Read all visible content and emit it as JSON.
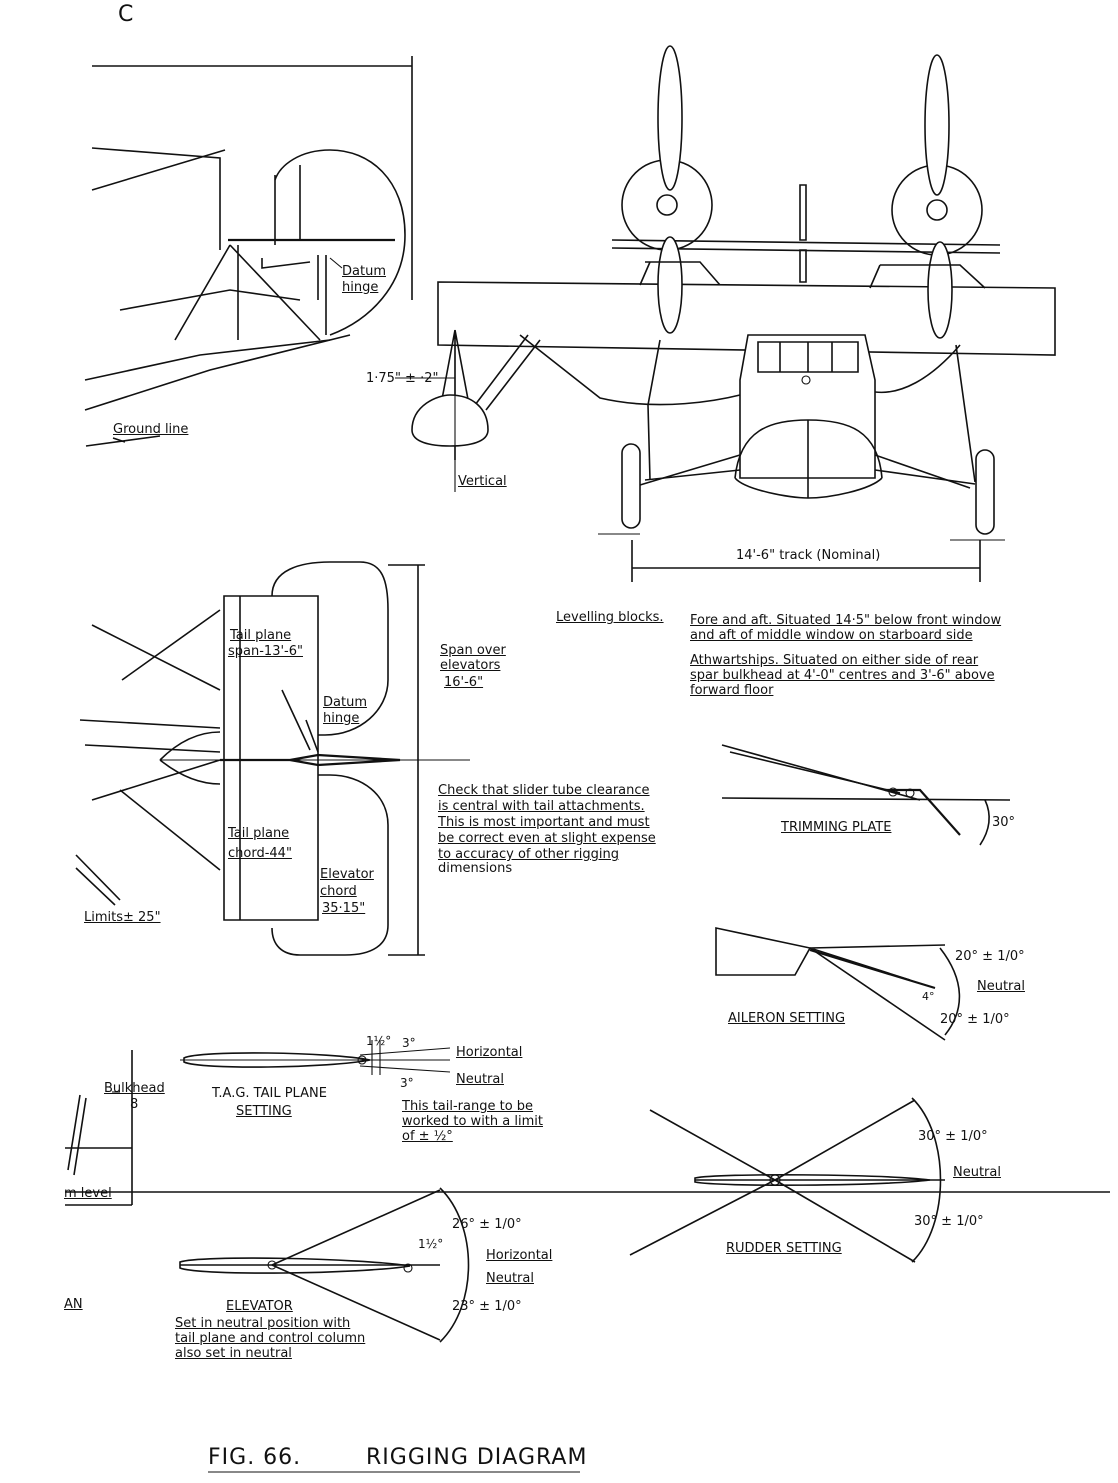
{
  "figure": {
    "number": "FIG. 66.",
    "title": "RIGGING DIAGRAM",
    "corner_mark": "C"
  },
  "side_view": {
    "datum_hinge": [
      "Datum",
      "hinge"
    ],
    "ground_line": "Ground line"
  },
  "front_view": {
    "tolerance": "1·75\" ± ·2\"",
    "vertical": "Vertical",
    "track": "14'-6\" track (Nominal)"
  },
  "levelling": {
    "label": "Levelling blocks.",
    "fore_aft": [
      "Fore and aft.  Situated 14·5\" below front window",
      "and aft of  middle window on starboard side"
    ],
    "athwartships": [
      "Athwartships.   Situated on either side of rear",
      "spar bulkhead  at 4'-0\" centres and 3'-6\" above",
      "forward floor"
    ]
  },
  "tail_plan": {
    "tail_span": [
      "Tail plane",
      "span-13'-6\""
    ],
    "span_over_elevators": [
      "Span over",
      "elevators",
      "16'-6\""
    ],
    "datum_hinge": [
      "Datum",
      "hinge"
    ],
    "tail_chord": [
      "Tail plane",
      "chord-44\""
    ],
    "elevator_chord": [
      "Elevator",
      "chord",
      "35·15\""
    ],
    "limits": "Limits± 25\"",
    "check_note": [
      "Check that slider tube clearance",
      "is central with tail attachments.",
      "This is most important and must",
      "be correct even at slight expense",
      "to accuracy of other rigging",
      "dimensions"
    ]
  },
  "trimming_plate": {
    "label": "TRIMMING PLATE",
    "angle": "30°"
  },
  "aileron": {
    "label": "AILERON SETTING",
    "up": "20° ± 1/0°",
    "neutral": "Neutral",
    "small": "4°",
    "down": "20° ± 1/0°"
  },
  "tail_plane_setting": {
    "label": [
      "T.A.G. TAIL PLANE",
      "SETTING"
    ],
    "small_angle": "1½°",
    "up": "3°",
    "down": "3°",
    "horizontal": "Horizontal",
    "neutral": "Neutral",
    "note": [
      "This tail-range to be",
      "worked to with a limit",
      "of ± ½°"
    ]
  },
  "bulkhead": {
    "label": "Bulkhead",
    "number": "8",
    "level": "m level",
    "fragment": "AN"
  },
  "elevator": {
    "label": "ELEVATOR",
    "note": [
      "Set in neutral position with",
      "tail plane and control column",
      "also set in neutral"
    ],
    "up": "26° ± 1/0°",
    "small_angle": "1½°",
    "horizontal": "Horizontal",
    "neutral": "Neutral",
    "down": "23° ± 1/0°"
  },
  "rudder": {
    "label": "RUDDER SETTING",
    "up": "30° ± 1/0°",
    "neutral": "Neutral",
    "down": "30° ± 1/0°"
  }
}
